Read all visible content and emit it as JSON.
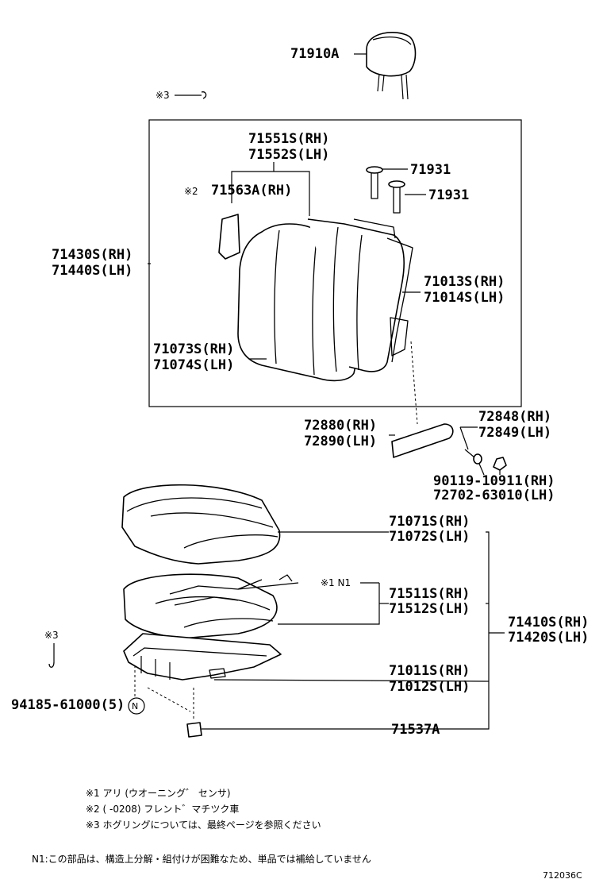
{
  "labels": {
    "headrest": "71910A",
    "ring_mark_top": "※3",
    "cover_rh": "71551S(RH)",
    "cover_lh": "71552S(LH)",
    "note2_mark": "※2",
    "pad_rh": "71563A(RH)",
    "support1": "71931",
    "support2": "71931",
    "back_assy_rh": "71430S(RH)",
    "back_assy_lh": "71440S(LH)",
    "frame_rh": "71013S(RH)",
    "frame_lh": "71014S(LH)",
    "back_cover_rh": "71073S(RH)",
    "back_cover_lh": "71074S(LH)",
    "cover_plate_rh": "72880(RH)",
    "cover_plate_lh": "72890(LH)",
    "knob_rh": "72848(RH)",
    "knob_lh": "72849(LH)",
    "bolt_rh": "90119-10911(RH)",
    "bolt_lh": "72702-63010(LH)",
    "cushion_cover_rh": "71071S(RH)",
    "cushion_cover_lh": "71072S(LH)",
    "sensor_mark": "※1 N1",
    "cushion_pad_rh": "71511S(RH)",
    "cushion_pad_lh": "71512S(LH)",
    "seat_assy_rh": "71410S(RH)",
    "seat_assy_lh": "71420S(LH)",
    "ring_mark_side": "※3",
    "cushion_frame_rh": "71011S(RH)",
    "cushion_frame_lh": "71012S(LH)",
    "hog_ring": "94185-61000(5)",
    "hog_ring_circle": "N",
    "spacer": "71537A"
  },
  "notes": {
    "n1": "※1 アリ (ウオーニング゛ センサ)",
    "n2": "※2 (       -0208) フレント゛マチツク車",
    "n3": "※3 ホグリングについては、最終ページを参照ください",
    "n4": "N1:この部品は、構造上分解・組付けが困難なため、単品では補給していません"
  },
  "figure_id": "712036C"
}
